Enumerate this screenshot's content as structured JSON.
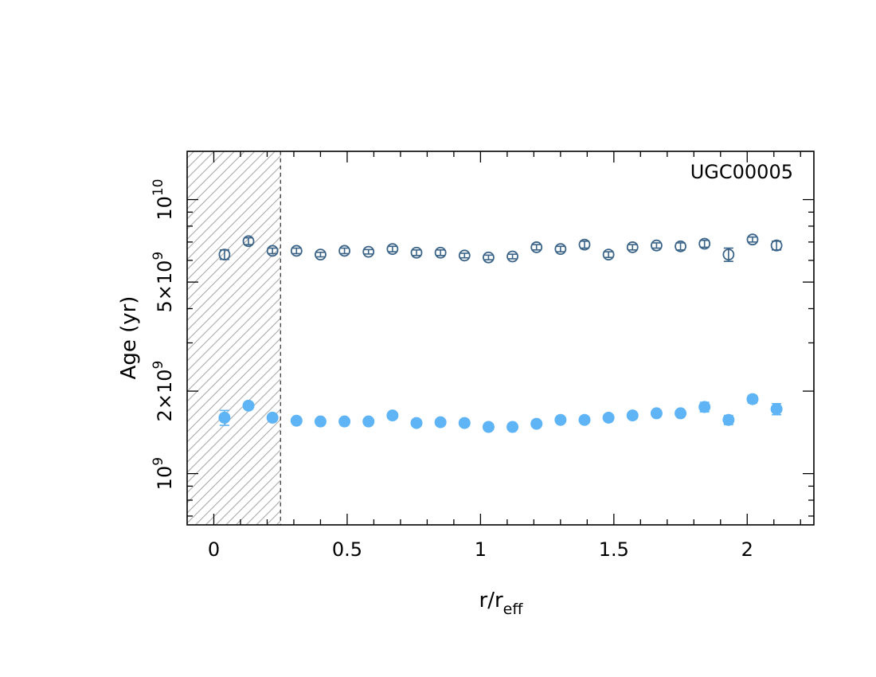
{
  "chart_data": {
    "type": "scatter",
    "annotation": "UGC00005",
    "xlabel": {
      "base": "r/r",
      "sub": "eff"
    },
    "ylabel": "Age (yr)",
    "xlim": [
      -0.1,
      2.25
    ],
    "ylim": [
      650000000,
      15000000000
    ],
    "yscale": "log",
    "x_ticks": [
      {
        "value": 0,
        "label": "0"
      },
      {
        "value": 0.5,
        "label": "0.5"
      },
      {
        "value": 1,
        "label": "1"
      },
      {
        "value": 1.5,
        "label": "1.5"
      },
      {
        "value": 2,
        "label": "2"
      }
    ],
    "y_ticks": [
      {
        "value": 1000000000,
        "mant": "",
        "base": "10",
        "exp": "9"
      },
      {
        "value": 2000000000,
        "mant": "2×",
        "base": "10",
        "exp": "9"
      },
      {
        "value": 5000000000,
        "mant": "5×",
        "base": "10",
        "exp": "9"
      },
      {
        "value": 10000000000,
        "mant": "",
        "base": "10",
        "exp": "10"
      }
    ],
    "shaded_region": {
      "x": [
        -0.1,
        0.25
      ],
      "pattern": "hatched",
      "color": "#aaaaaa"
    },
    "series": [
      {
        "marker": "open-circle",
        "color": "#3b6488",
        "x": [
          0.04,
          0.13,
          0.22,
          0.31,
          0.4,
          0.49,
          0.58,
          0.67,
          0.76,
          0.85,
          0.94,
          1.03,
          1.12,
          1.21,
          1.3,
          1.39,
          1.48,
          1.57,
          1.66,
          1.75,
          1.84,
          1.93,
          2.02,
          2.11
        ],
        "y": [
          6300000000.0,
          7050000000.0,
          6500000000.0,
          6500000000.0,
          6300000000.0,
          6500000000.0,
          6450000000.0,
          6600000000.0,
          6400000000.0,
          6400000000.0,
          6250000000.0,
          6150000000.0,
          6200000000.0,
          6700000000.0,
          6600000000.0,
          6850000000.0,
          6300000000.0,
          6700000000.0,
          6800000000.0,
          6750000000.0,
          6900000000.0,
          6300000000.0,
          7150000000.0,
          6800000000.0
        ],
        "yerr": [
          250000000.0,
          200000000.0,
          150000000.0,
          150000000.0,
          120000000.0,
          150000000.0,
          120000000.0,
          150000000.0,
          150000000.0,
          150000000.0,
          120000000.0,
          120000000.0,
          120000000.0,
          150000000.0,
          150000000.0,
          200000000.0,
          150000000.0,
          150000000.0,
          150000000.0,
          200000000.0,
          200000000.0,
          350000000.0,
          150000000.0,
          250000000.0
        ]
      },
      {
        "marker": "filled-circle",
        "color": "#5fb4f5",
        "x": [
          0.04,
          0.13,
          0.22,
          0.31,
          0.4,
          0.49,
          0.58,
          0.67,
          0.76,
          0.85,
          0.94,
          1.03,
          1.12,
          1.21,
          1.3,
          1.39,
          1.48,
          1.57,
          1.66,
          1.75,
          1.84,
          1.93,
          2.02,
          2.11
        ],
        "y": [
          1600000000.0,
          1770000000.0,
          1600000000.0,
          1560000000.0,
          1550000000.0,
          1550000000.0,
          1550000000.0,
          1630000000.0,
          1530000000.0,
          1540000000.0,
          1530000000.0,
          1480000000.0,
          1480000000.0,
          1520000000.0,
          1570000000.0,
          1570000000.0,
          1600000000.0,
          1630000000.0,
          1660000000.0,
          1660000000.0,
          1750000000.0,
          1570000000.0,
          1870000000.0,
          1720000000.0
        ],
        "yerr": [
          100000000.0,
          40000000.0,
          30000000.0,
          30000000.0,
          30000000.0,
          30000000.0,
          30000000.0,
          30000000.0,
          30000000.0,
          30000000.0,
          30000000.0,
          30000000.0,
          30000000.0,
          30000000.0,
          30000000.0,
          30000000.0,
          30000000.0,
          30000000.0,
          30000000.0,
          40000000.0,
          70000000.0,
          60000000.0,
          60000000.0,
          80000000.0
        ]
      }
    ]
  }
}
